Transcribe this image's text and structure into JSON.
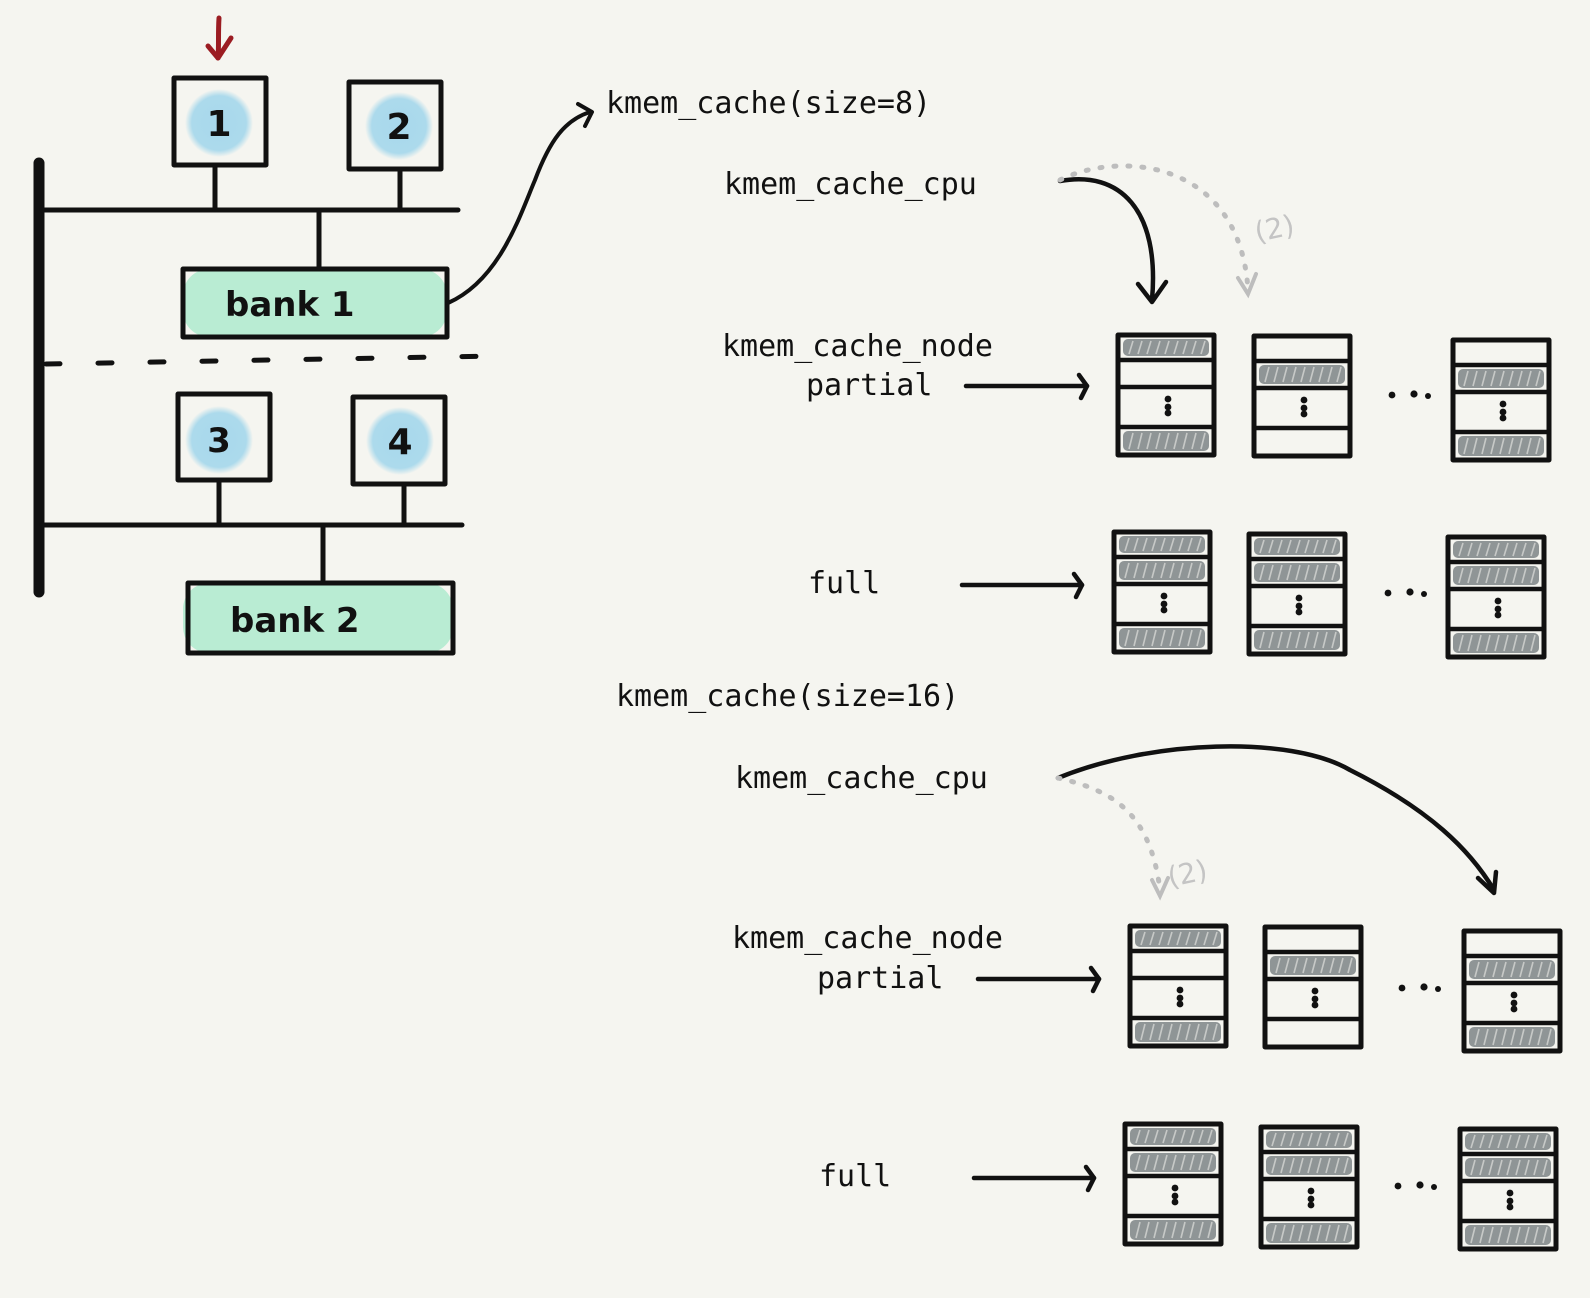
{
  "topology": {
    "cpus": [
      {
        "label": "1",
        "bank": 1,
        "marked": true
      },
      {
        "label": "2",
        "bank": 1,
        "marked": false
      },
      {
        "label": "3",
        "bank": 2,
        "marked": false
      },
      {
        "label": "4",
        "bank": 2,
        "marked": false
      }
    ],
    "banks": [
      {
        "label": "bank 1"
      },
      {
        "label": "bank 2"
      }
    ],
    "colors": {
      "cpu_fill": "#a8d8ec",
      "bank_fill": "#b9ecd3",
      "marker": "#9b1c22",
      "slot_used": "#8f9596",
      "ghost_arrow": "#bdbdbd",
      "background": "#f5f5f0"
    }
  },
  "caches": [
    {
      "title": "kmem_cache(size=8)",
      "cpu_label": "kmem_cache_cpu",
      "node_label": "kmem_cache_node",
      "partial_label": "partial",
      "full_label": "full",
      "fallback_label": "(2)",
      "ellipsis": "...",
      "partial_slabs": [
        {
          "slots": [
            "used",
            "free",
            "more",
            "used"
          ]
        },
        {
          "slots": [
            "free",
            "used",
            "more",
            "free"
          ]
        },
        {
          "slots": [
            "free",
            "used",
            "more",
            "used"
          ]
        }
      ],
      "full_slabs": [
        {
          "slots": [
            "used",
            "used",
            "more",
            "used"
          ]
        },
        {
          "slots": [
            "used",
            "used",
            "more",
            "used"
          ]
        },
        {
          "slots": [
            "used",
            "used",
            "more",
            "used"
          ]
        }
      ]
    },
    {
      "title": "kmem_cache(size=16)",
      "cpu_label": "kmem_cache_cpu",
      "node_label": "kmem_cache_node",
      "partial_label": "partial",
      "full_label": "full",
      "fallback_label": "(2)",
      "ellipsis": "...",
      "partial_slabs": [
        {
          "slots": [
            "used",
            "free",
            "more",
            "used"
          ]
        },
        {
          "slots": [
            "free",
            "used",
            "more",
            "free"
          ]
        },
        {
          "slots": [
            "free",
            "used",
            "more",
            "used"
          ]
        }
      ],
      "full_slabs": [
        {
          "slots": [
            "used",
            "used",
            "more",
            "used"
          ]
        },
        {
          "slots": [
            "used",
            "used",
            "more",
            "used"
          ]
        },
        {
          "slots": [
            "used",
            "used",
            "more",
            "used"
          ]
        }
      ]
    }
  ]
}
